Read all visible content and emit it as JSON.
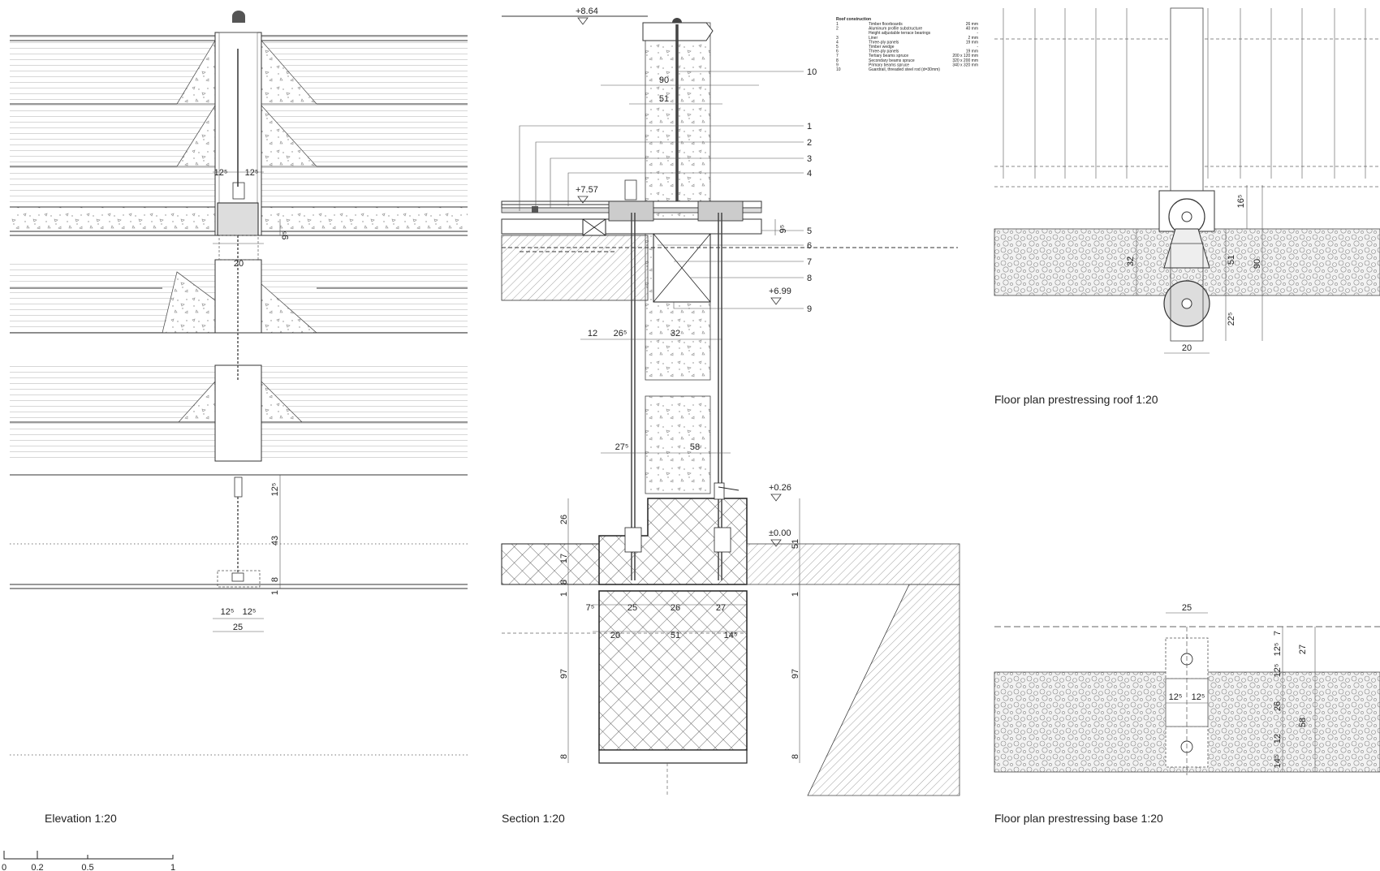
{
  "captions": {
    "elevation": "Elevation 1:20",
    "section": "Section 1:20",
    "plan_roof": "Floor plan prestressing roof 1:20",
    "plan_base": "Floor plan prestressing base 1:20"
  },
  "scale_bar": {
    "labels": [
      "0",
      "0.2",
      "0.5",
      "1"
    ]
  },
  "levels": {
    "top": "+8.64",
    "roof": "+7.57",
    "ceiling": "+6.99",
    "plinth": "+0.26",
    "ground": "±0.00"
  },
  "legend": {
    "title": "Roof construction",
    "items": [
      {
        "no": "1",
        "name": "Timber floorboards",
        "size": "26 mm"
      },
      {
        "no": "2",
        "name": "Aluminum profile substructure",
        "size": "40 mm"
      },
      {
        "no": "",
        "name": "Height adjustable terrace bearings",
        "size": "-"
      },
      {
        "no": "3",
        "name": "Liner",
        "size": "2 mm"
      },
      {
        "no": "4",
        "name": "Three-ply panels",
        "size": "19 mm"
      },
      {
        "no": "5",
        "name": "Timber wedge",
        "size": "-"
      },
      {
        "no": "6",
        "name": "Three-ply panels",
        "size": "19 mm"
      },
      {
        "no": "7",
        "name": "Tertiary beams spruce",
        "size": "200 x 120 mm"
      },
      {
        "no": "8",
        "name": "Secondary beams spruce",
        "size": "320 x 200 mm"
      },
      {
        "no": "9",
        "name": "Primary beams spruce",
        "size": "340 x 320 mm"
      },
      {
        "no": "10",
        "name": "Guardrail, threaded steel rod (d=30mm)",
        "size": ""
      }
    ]
  },
  "callouts": [
    "1",
    "2",
    "3",
    "4",
    "5",
    "6",
    "7",
    "8",
    "9",
    "10"
  ],
  "dims": {
    "elevation": {
      "half_a": "12⁵",
      "half_b": "12⁵",
      "h1": "9⁵",
      "w": "20",
      "v1": "12⁵",
      "v2": "43",
      "v3": "8",
      "v4": "1",
      "b_half_a": "12⁵",
      "b_half_b": "12⁵",
      "b_w": "25"
    },
    "section": {
      "w90": "90",
      "w51": "51",
      "h95": "9⁵",
      "w12": "12",
      "w265": "26⁵",
      "w32": "32",
      "w275": "27⁵",
      "w58": "58",
      "l26": "26",
      "l17": "17",
      "l8": "8",
      "l1": "1",
      "l97": "97",
      "l8b": "8",
      "r51": "51",
      "r1": "1",
      "r97": "97",
      "r8": "8",
      "b75": "7⁵",
      "b25": "25",
      "b26": "26",
      "b27": "27",
      "c20": "20",
      "c51": "51",
      "c145": "14⁵"
    },
    "plan_roof": {
      "h165": "16⁵",
      "h32": "32",
      "h51": "51",
      "h90": "90",
      "h225": "22⁵",
      "w20": "20"
    },
    "plan_base": {
      "w25": "25",
      "v125": "12⁵",
      "v7": "7",
      "v27": "27",
      "v125b": "12⁵",
      "w125a": "12⁵",
      "w125b": "12⁵",
      "v26": "26",
      "v58": "58",
      "v12": "12",
      "v145": "14⁵"
    }
  }
}
